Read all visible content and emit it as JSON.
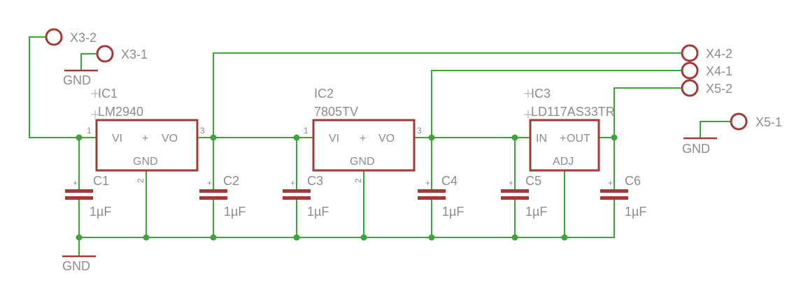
{
  "connectors": [
    {
      "id": "x3-2",
      "label": "X3-2"
    },
    {
      "id": "x3-1",
      "label": "X3-1"
    },
    {
      "id": "x4-2",
      "label": "X4-2"
    },
    {
      "id": "x4-1",
      "label": "X4-1"
    },
    {
      "id": "x5-2",
      "label": "X5-2"
    },
    {
      "id": "x5-1",
      "label": "X5-1"
    }
  ],
  "ground_label": "GND",
  "ics": [
    {
      "name": "IC1",
      "value": "LM2940",
      "pins": {
        "left": "VI",
        "right": "VO",
        "bottom": "GND",
        "plus": "+",
        "n_left": "1",
        "n_right": "3",
        "n_bottom": "2"
      }
    },
    {
      "name": "IC2",
      "value": "7805TV",
      "pins": {
        "left": "VI",
        "right": "VO",
        "bottom": "GND",
        "plus": "+",
        "n_left": "1",
        "n_right": "3",
        "n_bottom": "2"
      }
    },
    {
      "name": "IC3",
      "value": "LD117AS33TR",
      "pins": {
        "left": "IN",
        "right": "OUT",
        "bottom": "ADJ",
        "plus": "+"
      }
    }
  ],
  "capacitors": [
    {
      "name": "C1",
      "value": "1µF"
    },
    {
      "name": "C2",
      "value": "1µF"
    },
    {
      "name": "C3",
      "value": "1µF"
    },
    {
      "name": "C4",
      "value": "1µF"
    },
    {
      "name": "C5",
      "value": "1µF"
    },
    {
      "name": "C6",
      "value": "1µF"
    }
  ],
  "colors": {
    "wire": "#3aa63a",
    "part": "#a33a3a",
    "label": "#8c8c8c"
  }
}
